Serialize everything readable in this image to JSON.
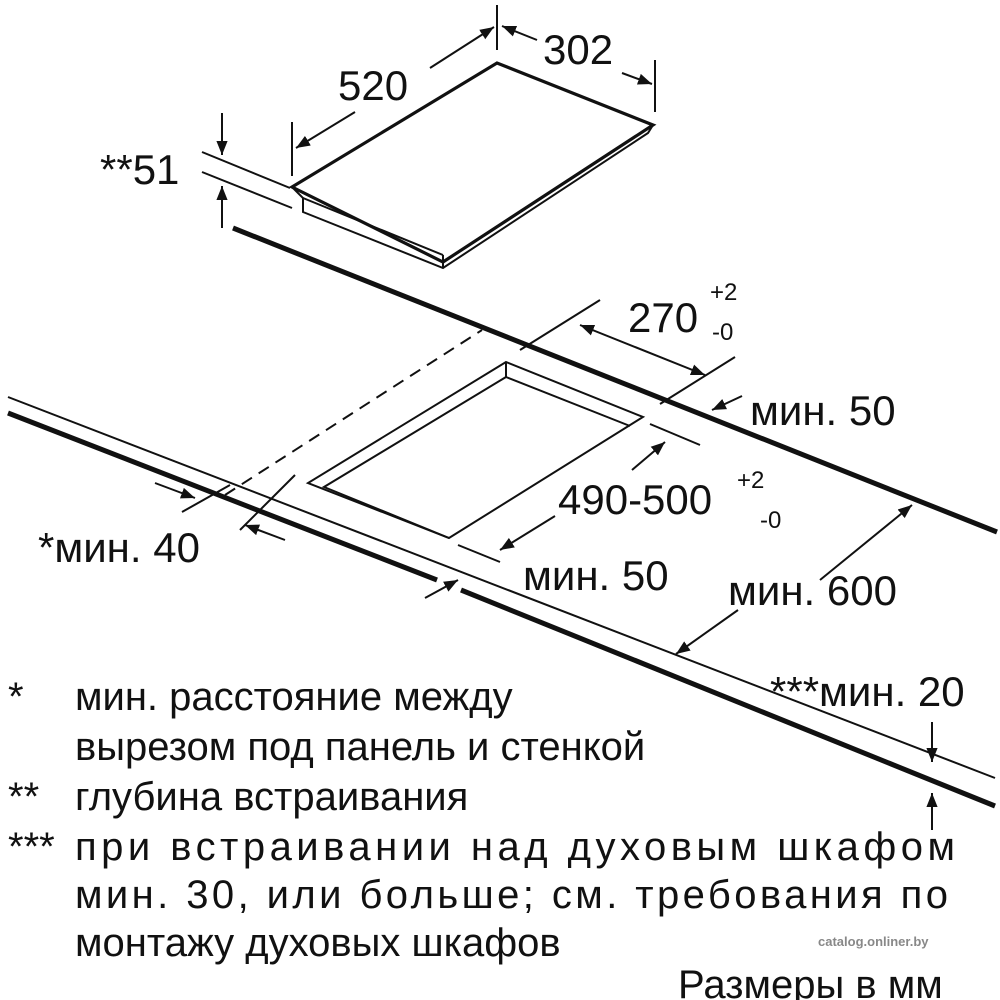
{
  "dimensions": {
    "depth_label": "**51",
    "hob_length": "520",
    "hob_width": "302",
    "cutout_width": "270",
    "cutout_width_tol_plus": "+2",
    "cutout_width_tol_minus": "-0",
    "back_min": "мин. 50",
    "cutout_length": "490-500",
    "cutout_length_tol_plus": "+2",
    "cutout_length_tol_minus": "-0",
    "side_wall_min": "*мин. 40",
    "front_min": "мин. 50",
    "counter_depth_min": "мин. 600",
    "counter_thickness_min": "***мин. 20"
  },
  "notes": [
    {
      "mark": "*",
      "lines": [
        "мин. расстояние между",
        "вырезом под панель и стенкой"
      ]
    },
    {
      "mark": "**",
      "lines": [
        "глубина встраивания"
      ]
    },
    {
      "mark": "***",
      "lines": [
        "при встраивании над духовым шкафом",
        "мин. 30, или больше; см. требования по",
        "монтажу духовых шкафов"
      ]
    }
  ],
  "units_label": "Размеры в мм",
  "watermark": "catalog.onliner.by"
}
